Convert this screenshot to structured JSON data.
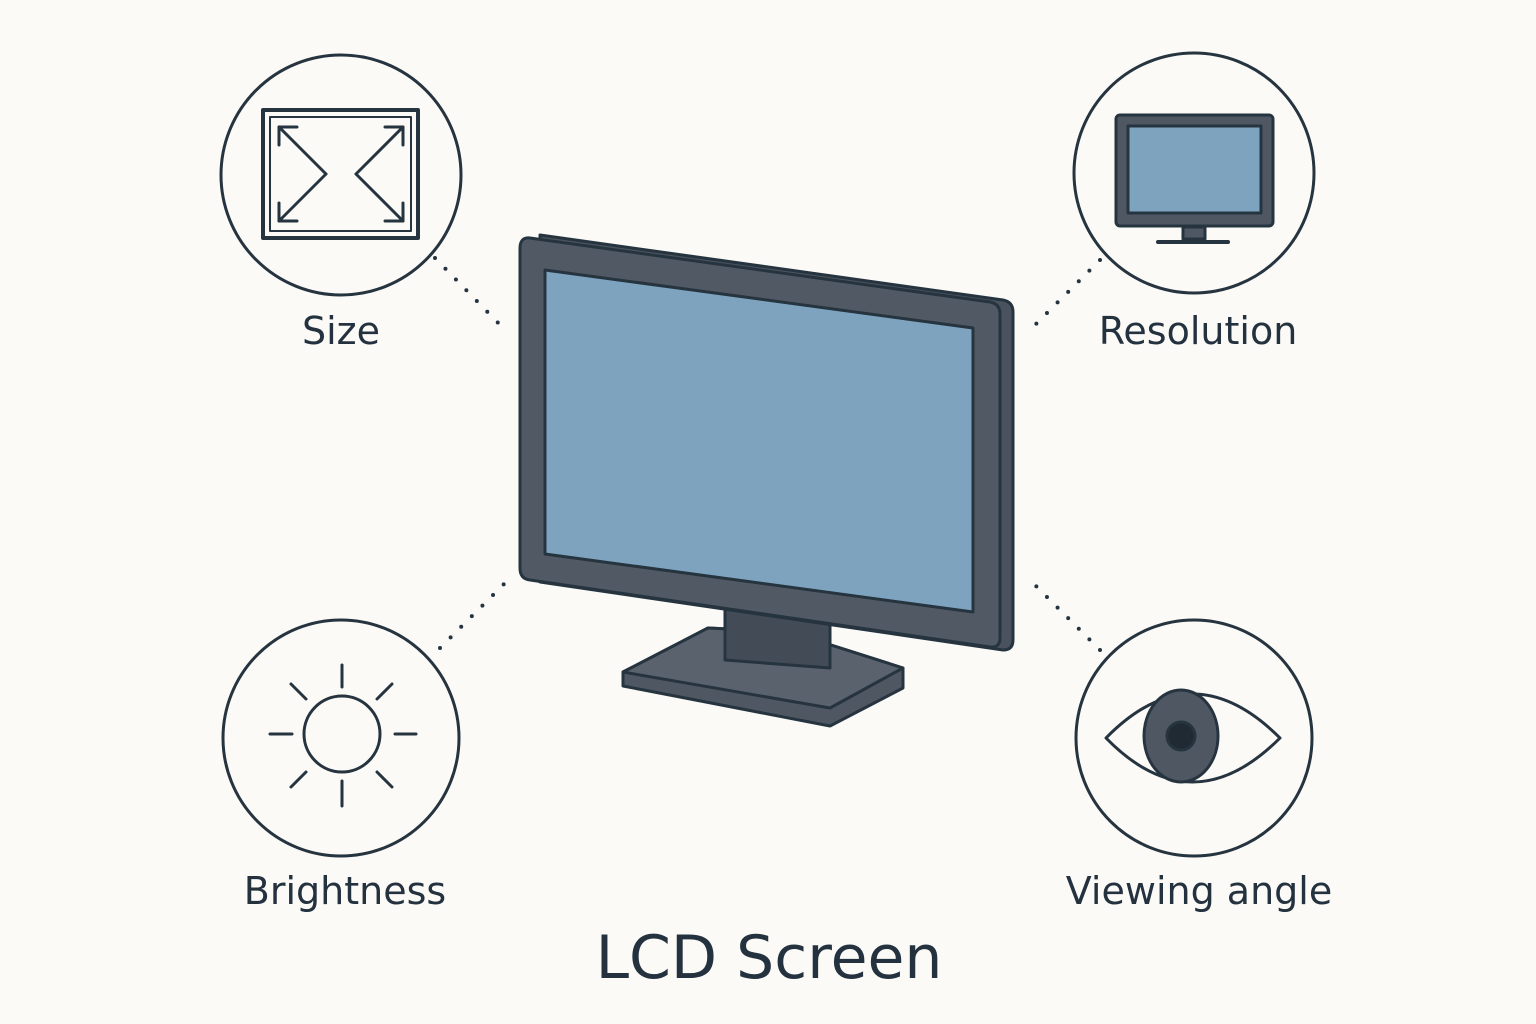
{
  "title": "LCD Screen",
  "features": {
    "size": {
      "label": "Size",
      "icon": "expand-arrows-icon"
    },
    "resolution": {
      "label": "Resolution",
      "icon": "monitor-icon"
    },
    "brightness": {
      "label": "Brightness",
      "icon": "sun-icon"
    },
    "viewing_angle": {
      "label": "Viewing angle",
      "icon": "eye-icon"
    }
  },
  "colors": {
    "background": "#fbfaf6",
    "outline": "#263440",
    "bezel": "#505963",
    "screen": "#7ea3bf",
    "text": "#243240"
  }
}
